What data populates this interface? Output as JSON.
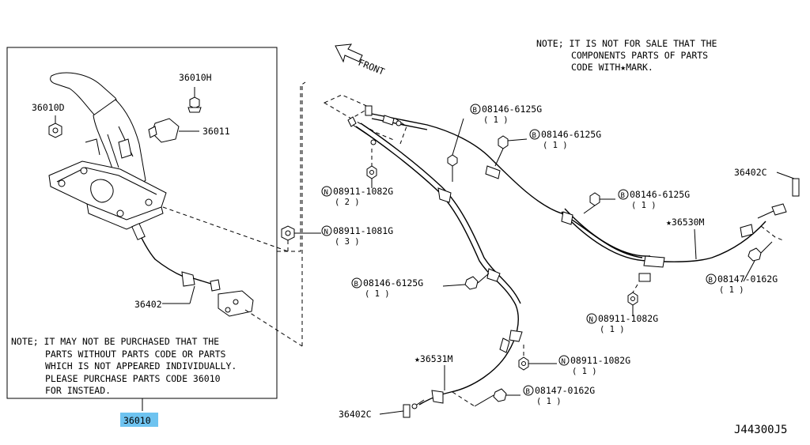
{
  "diagram_id": "J44300J5",
  "front_label": "FRONT",
  "note_top": [
    "NOTE; IT IS NOT FOR SALE THAT THE",
    "COMPONENTS PARTS OF PARTS",
    "CODE WITH★MARK."
  ],
  "note_bottom": [
    "NOTE; IT MAY NOT BE PURCHASED THAT THE",
    "PARTS WITHOUT PARTS CODE OR PARTS",
    "WHICH IS NOT APPEARED INDIVIDUALLY.",
    "PLEASE PURCHASE PARTS CODE 36010",
    "FOR INSTEAD."
  ],
  "box_part": "36010",
  "labels": {
    "p36010h": "36010H",
    "p36010d": "36010D",
    "p36011": "36011",
    "p36402": "36402",
    "p36402c_right": "36402C",
    "p36402c_bottom": "36402C",
    "p36530m": "★36530M",
    "p36531m": "★36531M"
  },
  "callouts": [
    {
      "id": "b1",
      "symbol": "B",
      "code": "08146-6125G",
      "qty": "( 1 )"
    },
    {
      "id": "b2",
      "symbol": "B",
      "code": "08146-6125G",
      "qty": "( 1 )"
    },
    {
      "id": "b3",
      "symbol": "B",
      "code": "08146-6125G",
      "qty": "( 1 )"
    },
    {
      "id": "b4",
      "symbol": "B",
      "code": "08146-6125G",
      "qty": "( 1 )"
    },
    {
      "id": "b5",
      "symbol": "B",
      "code": "08147-0162G",
      "qty": "( 1 )"
    },
    {
      "id": "b6",
      "symbol": "B",
      "code": "08147-0162G",
      "qty": "( 1 )"
    },
    {
      "id": "n1",
      "symbol": "N",
      "code": "08911-1082G",
      "qty": "( 2 )"
    },
    {
      "id": "n2",
      "symbol": "N",
      "code": "08911-1081G",
      "qty": "( 3 )"
    },
    {
      "id": "n3",
      "symbol": "N",
      "code": "08911-1082G",
      "qty": "( 1 )"
    },
    {
      "id": "n4",
      "symbol": "N",
      "code": "08911-1082G",
      "qty": "( 1 )"
    }
  ]
}
